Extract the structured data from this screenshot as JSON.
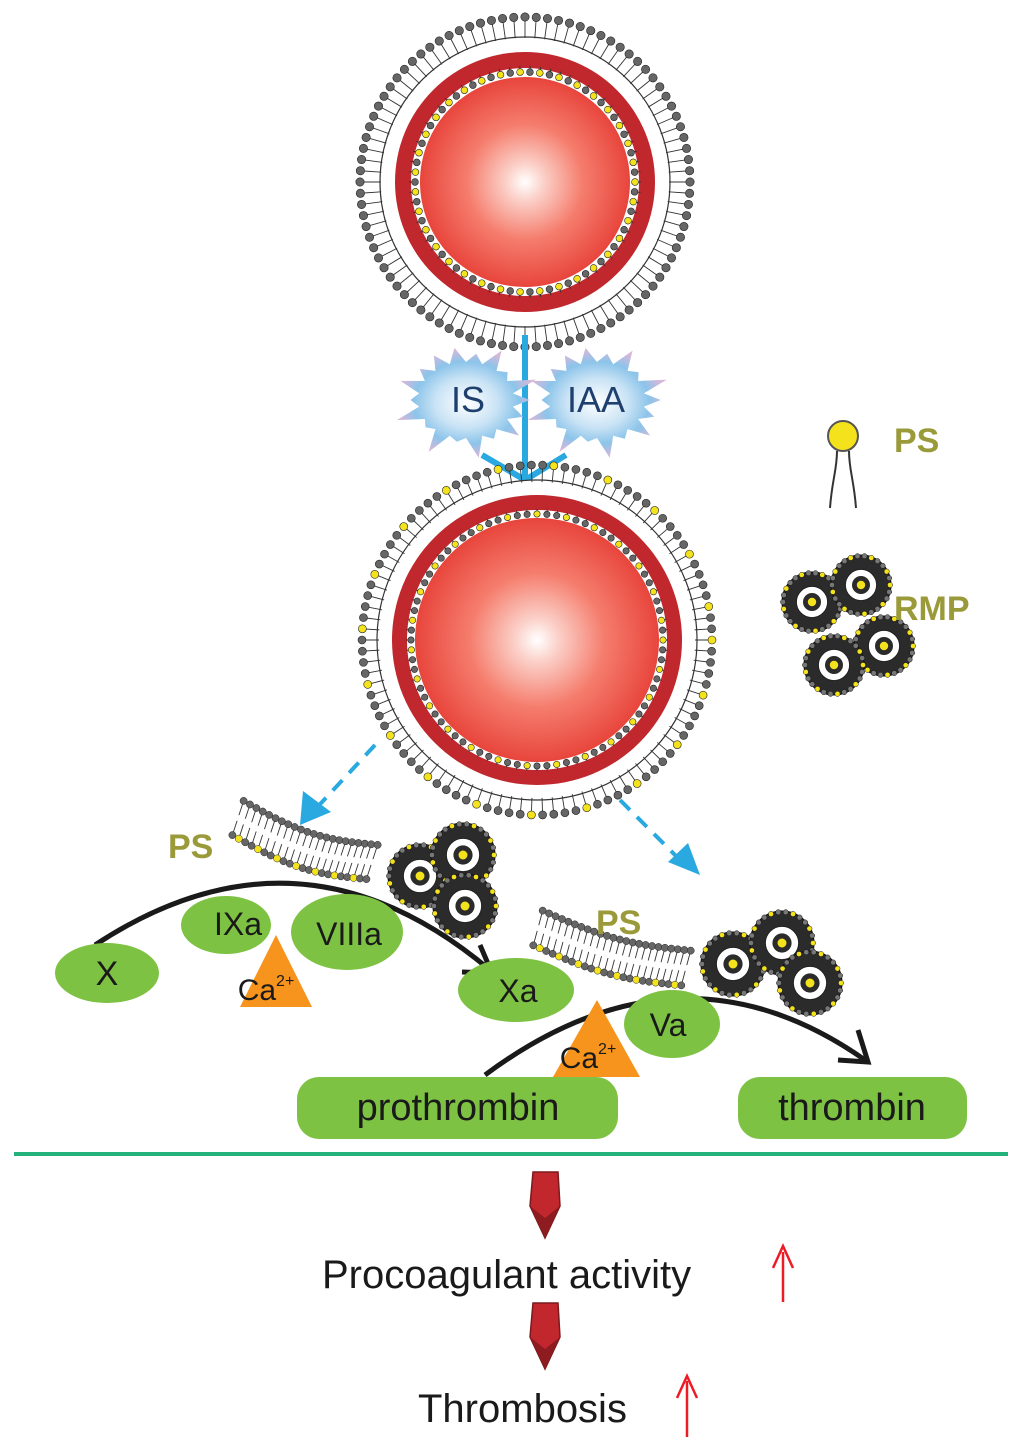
{
  "labels": {
    "is": "IS",
    "iaa": "IAA",
    "legend_ps": "PS",
    "legend_rmp": "RMP",
    "ps_left": "PS",
    "ps_mid": "PS",
    "x": "X",
    "ixa": "IXa",
    "viiia": "VIIIa",
    "ca_left": "Ca",
    "ca_left_sup": "2+",
    "xa": "Xa",
    "va": "Va",
    "ca_right": "Ca",
    "ca_right_sup": "2+",
    "prothrombin": "prothrombin",
    "thrombin": "thrombin",
    "procoagulant": "Procoagulant activity",
    "thrombosis": "Thrombosis"
  },
  "colors": {
    "cell_core": "#e8453c",
    "membrane_red": "#c0282d",
    "lipid_head_gray": "#666666",
    "lipid_head_yellow": "#f4e21c",
    "blue_arrow": "#29a9e0",
    "factor_green": "#7dc242",
    "calcium_orange": "#f7941d",
    "label_olive": "#9a9a3a",
    "divider_green": "#23b37a",
    "down_arrow_red": "#c1272d",
    "up_arrow_red": "#ed1c24"
  }
}
